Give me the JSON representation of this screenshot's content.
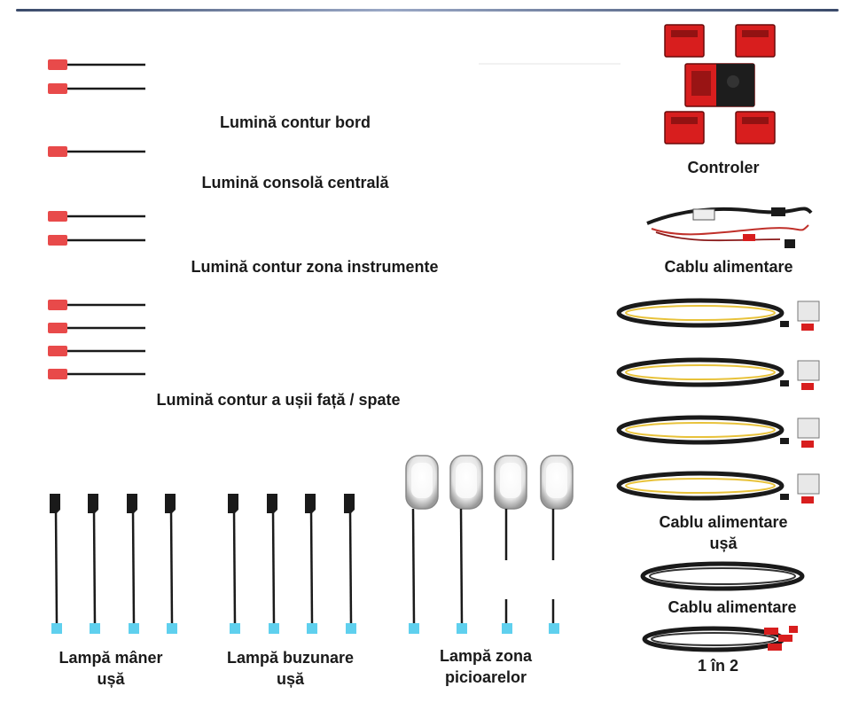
{
  "labels": {
    "dashboard": "Lumină contur bord",
    "console": "Lumină consolă centrală",
    "instruments": "Lumină contur zona instrumente",
    "door": "Lumină contur a ușii față / spate",
    "controller": "Controler",
    "power_cable": "Cablu alimentare",
    "door_cable_line1": "Cablu alimentare",
    "door_cable_line2": "ușă",
    "power_cable_2": "Cablu alimentare",
    "one_in_two": "1 în 2",
    "handle_line1": "Lampă mâner",
    "handle_line2": "ușă",
    "pocket_line1": "Lampă buzunare",
    "pocket_line2": "ușă",
    "foot_line1": "Lampă zona",
    "foot_line2": "picioarelor"
  },
  "colors": {
    "strip_start": "#8a3cff",
    "strip_mid": "#ff3a3a",
    "strip_end": "#ffe45a",
    "connector": "#e84a4a",
    "module_red": "#d81e1e",
    "cable_black": "#1a1a1a",
    "cable_yellow": "#e8c23a",
    "plug_blue": "#5fd0ee"
  },
  "icons": {
    "strip": "led-strip-icon",
    "controller": "controller-module-icon",
    "cable": "wire-harness-icon",
    "lamp": "lamp-icon"
  }
}
